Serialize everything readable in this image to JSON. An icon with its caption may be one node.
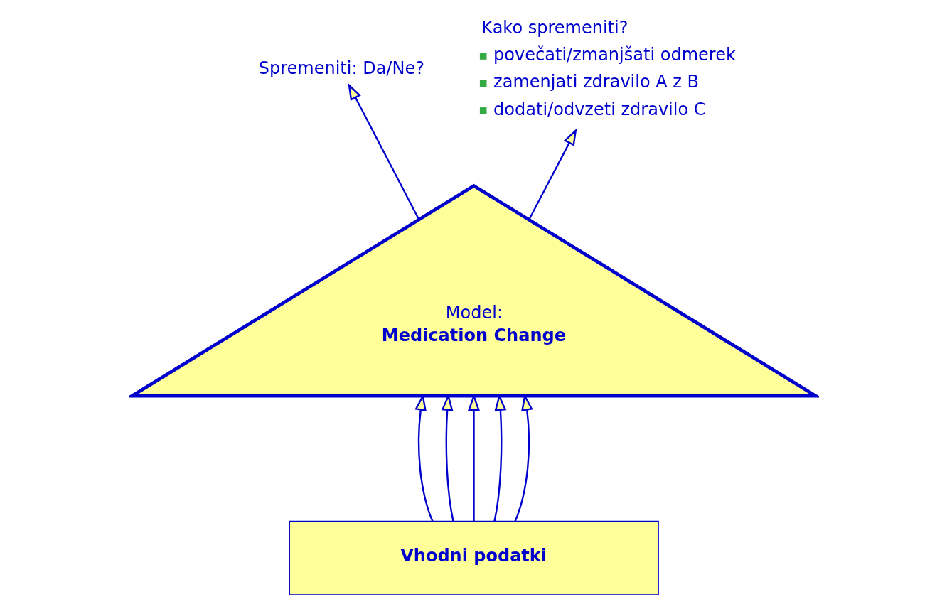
{
  "diagram": {
    "nodes": [
      {
        "text": [
          "Model:",
          "Medication Change"
        ]
      },
      {
        "text": [
          "Vhodni podatki"
        ]
      },
      {
        "text": [
          "Spremeniti: Da/Ne?"
        ]
      },
      {
        "text": [
          "Kako spremeniti?",
          "povečati/zmanjšati odmerek",
          "zamenjati zdravilo A z B",
          "dodati/odvzeti zdravilo C"
        ]
      }
    ],
    "edges": [
      {
        "from": 1,
        "to": 0,
        "arrow": "to"
      },
      {
        "from": 1,
        "to": 0,
        "arrow": "to"
      },
      {
        "from": 1,
        "to": 0,
        "arrow": "to"
      },
      {
        "from": 1,
        "to": 0,
        "arrow": "to"
      },
      {
        "from": 1,
        "to": 0,
        "arrow": "to"
      },
      {
        "from": 0,
        "to": 2,
        "arrow": "to"
      },
      {
        "from": 0,
        "to": 3,
        "arrow": "to"
      }
    ]
  }
}
